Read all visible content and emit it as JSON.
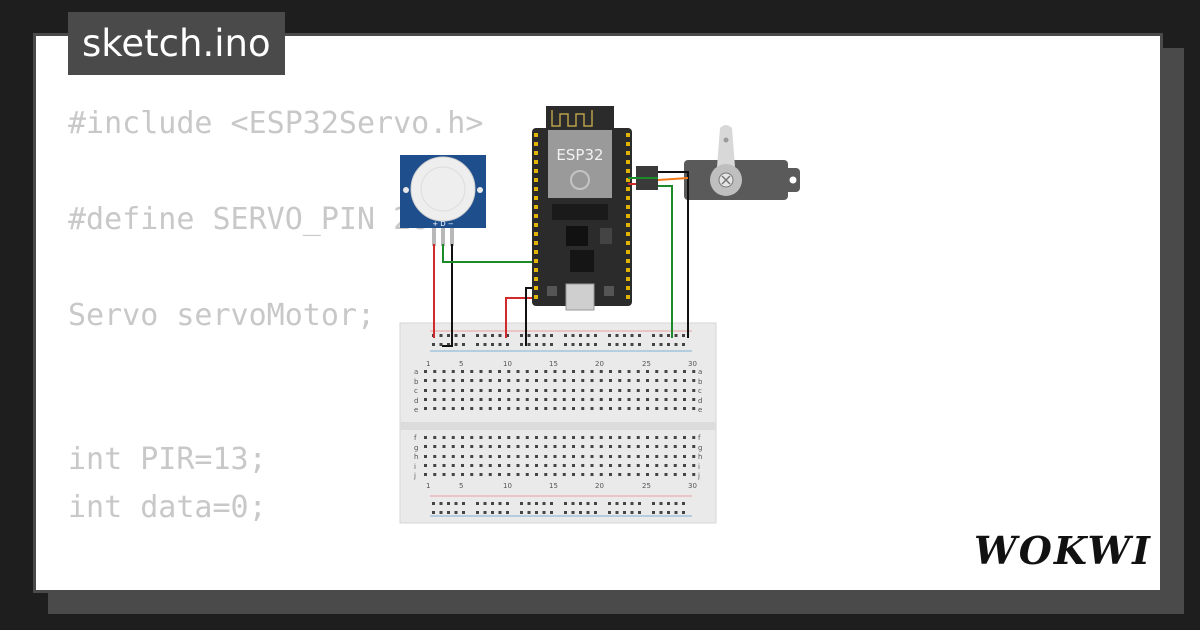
{
  "header": {
    "file_name": "sketch.ino"
  },
  "code_lines": [
    "#include <ESP32Servo.h>",
    "",
    "#define SERVO_PIN 26",
    "",
    "Servo servoMotor;",
    "",
    "",
    "int PIR=13;",
    "int data=0;"
  ],
  "circuit": {
    "board_label": "ESP32",
    "pir_pins": "+ D −",
    "breadboard_columns": [
      "1",
      "5",
      "10",
      "15",
      "20",
      "25",
      "30"
    ],
    "breadboard_rows_top": [
      "a",
      "b",
      "c",
      "d",
      "e"
    ],
    "breadboard_rows_bottom": [
      "f",
      "g",
      "h",
      "i",
      "j"
    ],
    "colors": {
      "wire_red": "#d12a2a",
      "wire_green": "#1a8a2a",
      "wire_black": "#111111",
      "wire_orange": "#f07a1a",
      "board": "#2b2b2b",
      "pir_blue": "#1f4e8c",
      "servo": "#5a5a5a"
    }
  },
  "brand": {
    "logo_text": "WOKWI",
    "color": "#111111"
  }
}
